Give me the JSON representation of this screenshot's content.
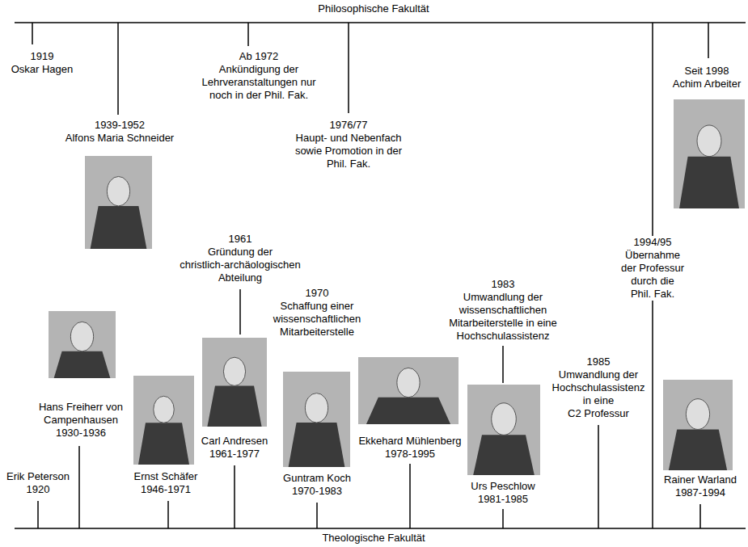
{
  "diagram": {
    "labels": [
      "Philosophische Fakultät",
      "1919 Oskar Hagen",
      "Ab 1972 Ankündigung der Lehrveranstaltungen nur noch in der Phil. Fak.",
      "Seit 1998 Achim Arbeiter",
      "1939-1952 Alfons Maria Schneider",
      "1976/77 Haupt- und Nebenfach sowie Promotion in der Phil. Fak.",
      "1961 Gründung der christlich-archäologischen Abteilung",
      "1994/95 Übernahme der Professur durch die Phil. Fak.",
      "1983 Umwandlung der wissenschaftlichen Mitarbeiterstelle in eine Hochschulassistenz",
      "1970 Schaffung einer wissenschaftlichen Mitarbeiterstelle",
      "1985 Umwandlung der Hochschulassistenz in eine C2 Professur",
      "Hans Freiherr von Campenhausen 1930-1936",
      "Carl Andresen 1961-1977",
      "Ekkehard Mühlenberg 1978-1995",
      "Erik Peterson 1920",
      "Ernst Schäfer 1946-1971",
      "Guntram Koch 1970-1983",
      "Rainer Warland 1987-1994",
      "Urs Peschlow 1981-1985",
      "Theologische Fakultät"
    ]
  }
}
